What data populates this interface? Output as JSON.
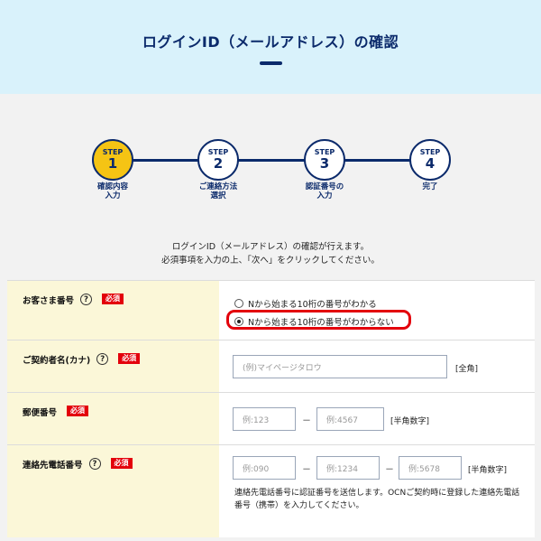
{
  "header": {
    "title": "ログインID（メールアドレス）の確認"
  },
  "steps": [
    {
      "word": "STEP",
      "num": "1",
      "label": "確認内容\n入力",
      "active": true
    },
    {
      "word": "STEP",
      "num": "2",
      "label": "ご連絡方法\n選択",
      "active": false
    },
    {
      "word": "STEP",
      "num": "3",
      "label": "認証番号の\n入力",
      "active": false
    },
    {
      "word": "STEP",
      "num": "4",
      "label": "完了",
      "active": false
    }
  ],
  "intro": {
    "line1": "ログインID（メールアドレス）の確認が行えます。",
    "line2": "必須事項を入力の上、「次へ」をクリックしてください。"
  },
  "form": {
    "required_badge": "必須",
    "help_symbol": "?",
    "customer_number": {
      "label": "お客さま番号",
      "option_known": "Nから始まる10桁の番号がわかる",
      "option_unknown": "Nから始まる10桁の番号がわからない",
      "selected": "option_unknown"
    },
    "contract_name": {
      "label": "ご契約者名(カナ)",
      "placeholder": "(例)マイページタロウ",
      "unit": "[全角]"
    },
    "postal_code": {
      "label": "郵便番号",
      "placeholder1": "例:123",
      "placeholder2": "例:4567",
      "dash": "－",
      "unit": "[半角数字]"
    },
    "phone": {
      "label": "連絡先電話番号",
      "placeholder1": "例:090",
      "placeholder2": "例:1234",
      "placeholder3": "例:5678",
      "dash": "－",
      "unit": "[半角数字]",
      "note": "連絡先電話番号に認証番号を送信します。OCNご契約時に登録した連絡先電話番号（携帯）を入力してください。"
    }
  },
  "colors": {
    "header_bg": "#d9f2fb",
    "navy": "#0b2a6b",
    "step_active": "#f5c414",
    "required_red": "#e3000b",
    "label_bg": "#fbf7d8"
  }
}
